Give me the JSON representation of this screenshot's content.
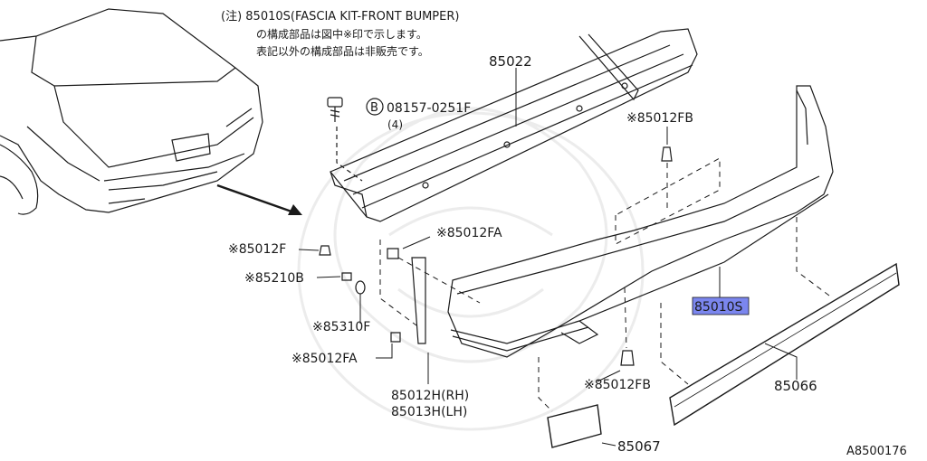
{
  "note": {
    "line1": "(注) 85010S(FASCIA KIT-FRONT BUMPER)",
    "line2": "の構成部品は図中※印で示します。",
    "line3": "表記以外の構成部品は非販売です。"
  },
  "parts": {
    "p85022": "85022",
    "bolt_code": "08157-0251F",
    "bolt_marker": "B",
    "bolt_qty": "(4)",
    "p85012FB_top": "※85012FB",
    "p85012FA_top": "※85012FA",
    "p85012F": "※85012F",
    "p85210B": "※85210B",
    "p85310F": "※85310F",
    "p85012FA_bottom": "※85012FA",
    "p85012H_rh": "85012H(RH)",
    "p85013H_lh": "85013H(LH)",
    "p85012FB_bottom": "※85012FB",
    "p85010S": "85010S",
    "p85066": "85066",
    "p85067": "85067"
  },
  "diagram_id": "A8500176",
  "colors": {
    "highlight": "#7b86ee",
    "line": "#1a1a1a",
    "watermark": "#efefef"
  }
}
